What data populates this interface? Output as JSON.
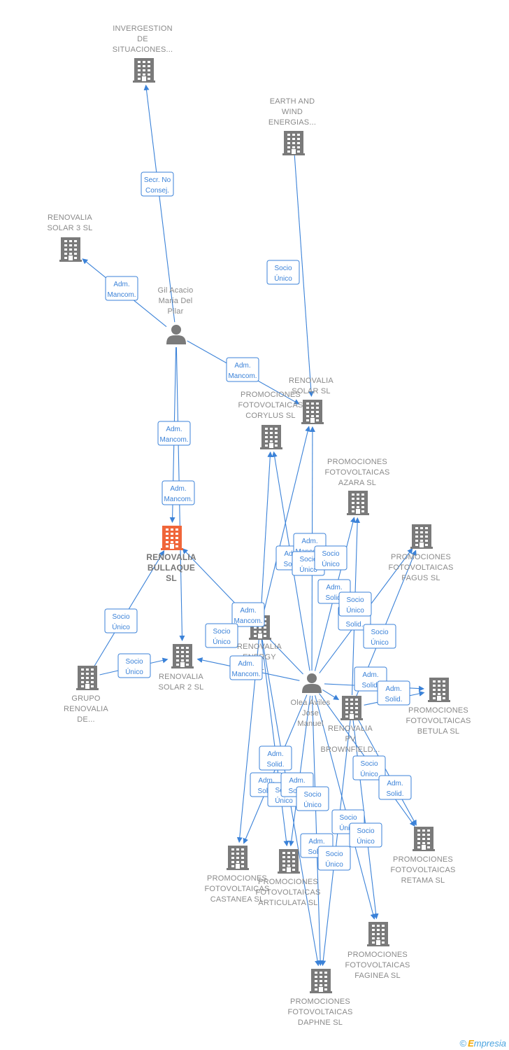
{
  "nodes": [
    {
      "id": "invergestion",
      "type": "company",
      "lines": [
        "INVERGESTION",
        "DE",
        "SITUACIONES..."
      ]
    },
    {
      "id": "earth",
      "type": "company",
      "lines": [
        "EARTH AND",
        "WIND",
        "ENERGIAS..."
      ]
    },
    {
      "id": "rsolar3",
      "type": "company",
      "lines": [
        "RENOVALIA",
        "SOLAR 3 SL"
      ]
    },
    {
      "id": "gil",
      "type": "person",
      "lines": [
        "Gil Acacio",
        "Maria Del",
        "Pilar"
      ]
    },
    {
      "id": "rsolar",
      "type": "company",
      "lines": [
        "RENOVALIA",
        "SOLAR SL"
      ]
    },
    {
      "id": "corylus",
      "type": "company",
      "lines": [
        "PROMOCIONES",
        "FOTOVOLTAICAS",
        "CORYLUS SL"
      ]
    },
    {
      "id": "azara",
      "type": "company",
      "lines": [
        "PROMOCIONES",
        "FOTOVOLTAICAS",
        "AZARA SL"
      ]
    },
    {
      "id": "bullaque",
      "type": "company",
      "focus": true,
      "lines": [
        "RENOVALIA",
        "BULLAQUE",
        "SL"
      ]
    },
    {
      "id": "fagus",
      "type": "company",
      "lines": [
        "PROMOCIONES",
        "FOTOVOLTAICAS",
        "FAGUS SL"
      ]
    },
    {
      "id": "renergy",
      "type": "company",
      "lines": [
        "RENOVALIA",
        "ENERGY",
        "SL"
      ]
    },
    {
      "id": "grupo",
      "type": "company",
      "lines": [
        "GRUPO",
        "RENOVALIA",
        "DE..."
      ]
    },
    {
      "id": "rsolar2",
      "type": "company",
      "lines": [
        "RENOVALIA",
        "SOLAR 2 SL"
      ]
    },
    {
      "id": "olea",
      "type": "person",
      "lines": [
        "Olea Aviles",
        "Jose",
        "Manuel"
      ]
    },
    {
      "id": "betula",
      "type": "company",
      "lines": [
        "PROMOCIONES",
        "FOTOVOLTAICAS",
        "BETULA SL"
      ]
    },
    {
      "id": "pvbrown",
      "type": "company",
      "lines": [
        "RENOVALIA",
        "PV",
        "BROWNFIELD..."
      ]
    },
    {
      "id": "retama",
      "type": "company",
      "lines": [
        "PROMOCIONES",
        "FOTOVOLTAICAS",
        "RETAMA SL"
      ]
    },
    {
      "id": "castanea",
      "type": "company",
      "lines": [
        "PROMOCIONES",
        "FOTOVOLTAICAS",
        "CASTANEA SL"
      ]
    },
    {
      "id": "articulata",
      "type": "company",
      "lines": [
        "PROMOCIONES",
        "FOTOVOLTAICAS",
        "ARTICULATA SL"
      ]
    },
    {
      "id": "faginea",
      "type": "company",
      "lines": [
        "PROMOCIONES",
        "FOTOVOLTAICAS",
        "FAGINEA SL"
      ]
    },
    {
      "id": "daphne",
      "type": "company",
      "lines": [
        "PROMOCIONES",
        "FOTOVOLTAICAS",
        "DAPHNE SL"
      ]
    }
  ],
  "edges": [
    {
      "from": "gil",
      "to": "invergestion",
      "label": [
        "Secr.  No",
        "Consej."
      ]
    },
    {
      "from": "gil",
      "to": "rsolar3",
      "label": [
        "Adm.",
        "Mancom."
      ]
    },
    {
      "from": "gil",
      "to": "rsolar",
      "label": [
        "Adm.",
        "Mancom."
      ]
    },
    {
      "from": "gil",
      "to": "bullaque",
      "label": [
        "Adm.",
        "Mancom."
      ]
    },
    {
      "from": "gil",
      "to": "rsolar2",
      "label": [
        "Adm.",
        "Mancom."
      ]
    },
    {
      "from": "earth",
      "to": "rsolar",
      "label": [
        "Socio",
        "Único"
      ]
    },
    {
      "from": "grupo",
      "to": "bullaque",
      "label": [
        "Socio",
        "Único"
      ]
    },
    {
      "from": "grupo",
      "to": "rsolar2",
      "label": [
        "Socio",
        "Único"
      ]
    },
    {
      "from": "olea",
      "to": "bullaque",
      "label": [
        "Adm.",
        "Mancom."
      ]
    },
    {
      "from": "olea",
      "to": "rsolar2",
      "label": [
        "Adm.",
        "Mancom."
      ]
    },
    {
      "from": "renergy",
      "to": "corylus",
      "label": [
        "Adm.",
        "Solid."
      ]
    },
    {
      "from": "olea",
      "to": "corylus",
      "label": [
        "Adm.",
        "Mancom."
      ]
    },
    {
      "from": "renergy",
      "to": "rsolar",
      "label": [
        "Socio",
        "Único"
      ]
    },
    {
      "from": "olea",
      "to": "rsolar",
      "label": [
        "Adm.",
        "Solid."
      ]
    },
    {
      "from": "olea",
      "to": "azara",
      "label": [
        "Adm.",
        "Solid."
      ]
    },
    {
      "from": "pvbrown",
      "to": "azara",
      "label": [
        "Socio",
        "Único"
      ]
    },
    {
      "from": "olea",
      "to": "fagus",
      "label": [
        "Adm.",
        "Solid."
      ]
    },
    {
      "from": "pvbrown",
      "to": "fagus",
      "label": [
        "Socio",
        "Único"
      ]
    },
    {
      "from": "olea",
      "to": "betula",
      "label": [
        "Adm.",
        "Solid."
      ]
    },
    {
      "from": "pvbrown",
      "to": "betula",
      "label": [
        "Socio",
        "Único"
      ]
    },
    {
      "from": "olea",
      "to": "retama",
      "label": [
        "Adm.",
        "Solid."
      ]
    },
    {
      "from": "pvbrown",
      "to": "retama",
      "label": [
        "Socio",
        "Único"
      ]
    },
    {
      "from": "olea",
      "to": "castanea",
      "label": [
        "Adm.",
        "Solid."
      ]
    },
    {
      "from": "renergy",
      "to": "castanea",
      "label": [
        "Socio",
        "Único"
      ]
    },
    {
      "from": "olea",
      "to": "articulata",
      "label": [
        "Adm.",
        "Solid."
      ]
    },
    {
      "from": "renergy",
      "to": "articulata",
      "label": [
        "Socio",
        "Único"
      ]
    },
    {
      "from": "olea",
      "to": "faginea",
      "label": [
        "Adm.",
        "Solid."
      ]
    },
    {
      "from": "pvbrown",
      "to": "faginea",
      "label": [
        "Socio",
        "Único"
      ]
    },
    {
      "from": "olea",
      "to": "daphne",
      "label": [
        "Adm.",
        "Solid."
      ]
    },
    {
      "from": "pvbrown",
      "to": "daphne",
      "label": [
        "Socio",
        "Único"
      ]
    },
    {
      "from": "renergy",
      "to": "daphne",
      "label": [
        "Socio",
        "Único"
      ]
    },
    {
      "from": "olea",
      "to": "pvbrown",
      "label": [
        "Socio",
        "Único"
      ]
    }
  ],
  "colors": {
    "edge": "#3b82d8",
    "node": "#7a7a7a",
    "focus": "#f0663a"
  },
  "footer": {
    "copyright": "©",
    "brand_initial": "E",
    "brand_rest": "mpresia"
  }
}
